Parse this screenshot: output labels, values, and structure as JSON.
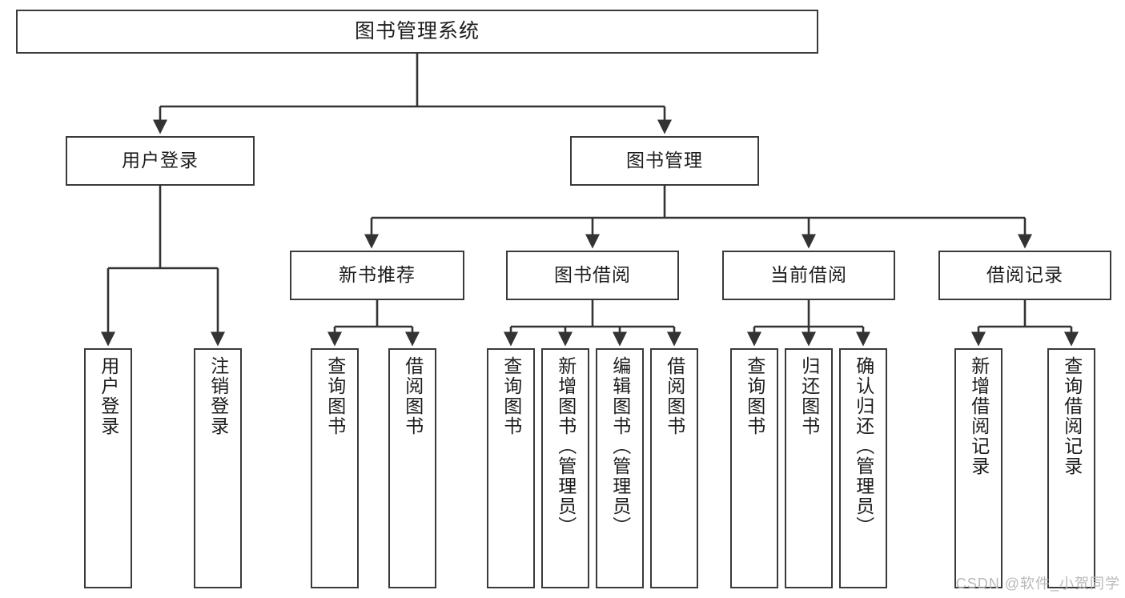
{
  "diagram": {
    "title": "图书管理系统",
    "type": "tree",
    "root": {
      "id": "root",
      "label": "图书管理系统"
    },
    "level2": [
      {
        "id": "user-login",
        "label": "用户登录"
      },
      {
        "id": "book-manage",
        "label": "图书管理"
      }
    ],
    "level3": [
      {
        "id": "new-book-recommend",
        "label": "新书推荐"
      },
      {
        "id": "book-borrow",
        "label": "图书借阅"
      },
      {
        "id": "current-borrow",
        "label": "当前借阅"
      },
      {
        "id": "borrow-record",
        "label": "借阅记录"
      }
    ],
    "leaves": [
      {
        "id": "leaf-user-login",
        "label": "用户登录",
        "parent": "user-login"
      },
      {
        "id": "leaf-user-logout",
        "label": "注销登录",
        "parent": "user-login"
      },
      {
        "id": "leaf-query-book-1",
        "label": "查询图书",
        "parent": "new-book-recommend"
      },
      {
        "id": "leaf-borrow-book-1",
        "label": "借阅图书",
        "parent": "new-book-recommend"
      },
      {
        "id": "leaf-query-book-2",
        "label": "查询图书",
        "parent": "book-borrow"
      },
      {
        "id": "leaf-add-book",
        "label": "新增图书（管理员）",
        "parent": "book-borrow"
      },
      {
        "id": "leaf-edit-book",
        "label": "编辑图书（管理员）",
        "parent": "book-borrow"
      },
      {
        "id": "leaf-borrow-book-2",
        "label": "借阅图书",
        "parent": "book-borrow"
      },
      {
        "id": "leaf-query-book-3",
        "label": "查询图书",
        "parent": "current-borrow"
      },
      {
        "id": "leaf-return-book",
        "label": "归还图书",
        "parent": "current-borrow"
      },
      {
        "id": "leaf-confirm-return",
        "label": "确认归还（管理员）",
        "parent": "current-borrow"
      },
      {
        "id": "leaf-add-record",
        "label": "新增借阅记录",
        "parent": "borrow-record"
      },
      {
        "id": "leaf-query-record",
        "label": "查询借阅记录",
        "parent": "borrow-record"
      }
    ],
    "colors": {
      "box_border": "#3a3a3a",
      "box_fill": "#ffffff",
      "connector": "#333333",
      "text": "#1d1d1d",
      "watermark": "#b9b9b9"
    }
  },
  "watermark": {
    "text": "CSDN @软件_小贺同学"
  }
}
